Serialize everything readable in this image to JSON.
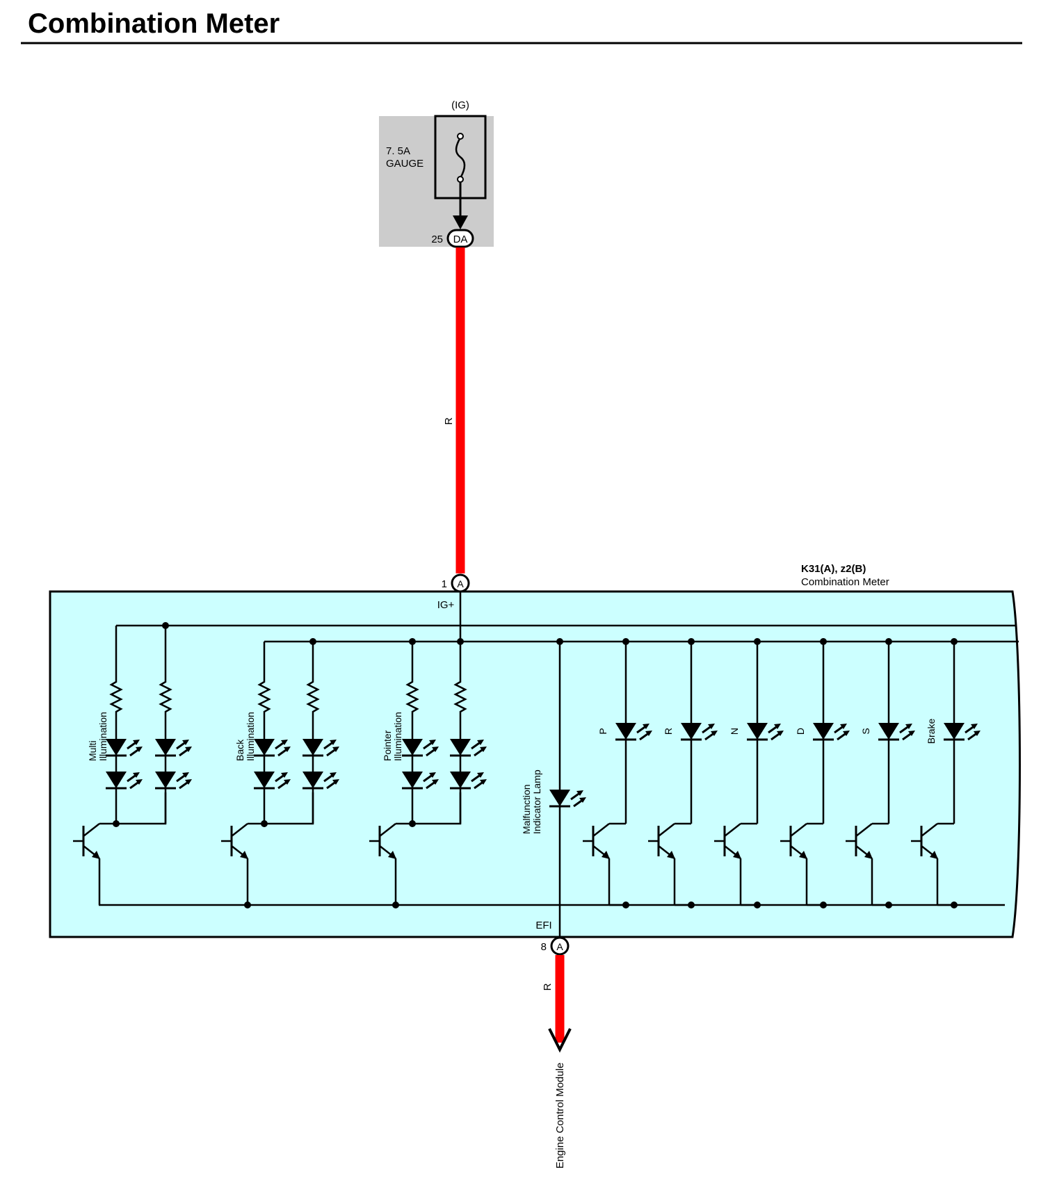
{
  "title": "Combination Meter",
  "colors": {
    "wire_red": "#ff0000",
    "meter_fill": "#ccffff",
    "fuse_box_fill": "#cccccc",
    "line": "#000000"
  },
  "fuse": {
    "supply": "(IG)",
    "rating": "7. 5A",
    "name": "GAUGE",
    "connector_pin": "25",
    "connector_id": "DA"
  },
  "wires": {
    "upper_color_code": "R",
    "lower_color_code": "R"
  },
  "meter": {
    "connector_label": "K31(A), z2(B)",
    "name": "Combination Meter",
    "top_pin": "1",
    "top_connector": "A",
    "top_terminal": "IG+",
    "bottom_pin": "8",
    "bottom_connector": "A",
    "bottom_terminal": "EFI"
  },
  "circuits": {
    "multi_line1": "Multi",
    "multi_line2": "Illumination",
    "back_line1": "Back",
    "back_line2": "Illumination",
    "pointer_line1": "Pointer",
    "pointer_line2": "Illumination",
    "mil_line1": "Malfunction",
    "mil_line2": "Indicator Lamp"
  },
  "indicators": [
    "P",
    "R",
    "N",
    "D",
    "S",
    "Brake"
  ],
  "destination": "Engine Control Module"
}
